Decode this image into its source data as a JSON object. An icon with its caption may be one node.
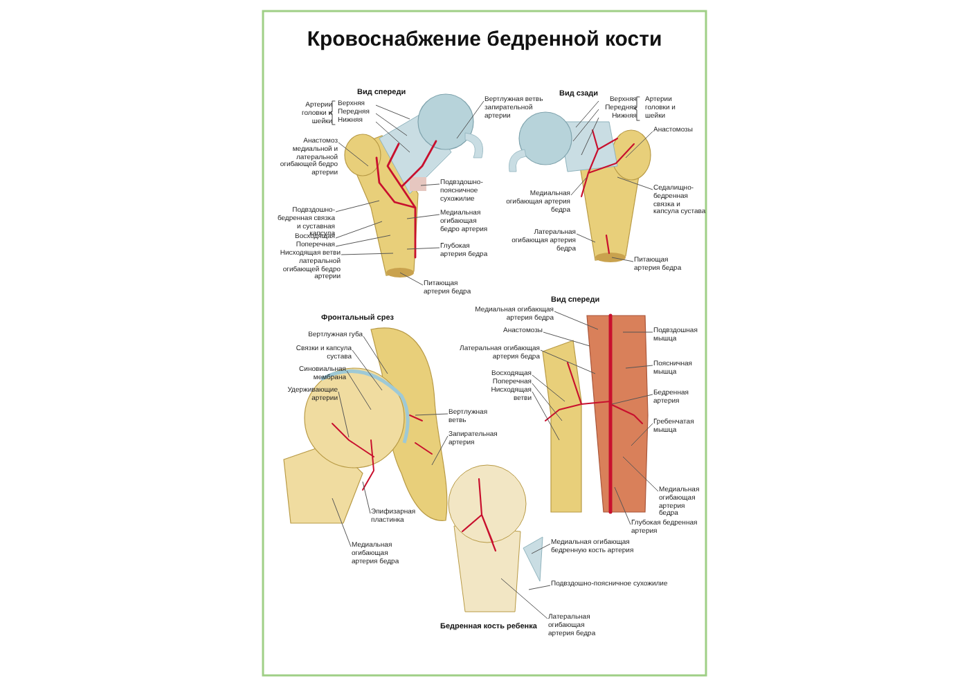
{
  "diagram": {
    "title": "Кровоснабжение бедренной кости",
    "nodes": [
      {
        "text": [
          "Верхняя"
        ]
      },
      {
        "text": [
          "Передняя"
        ]
      },
      {
        "text": [
          "Нижняя"
        ]
      },
      {
        "text": [
          "Вертлужная ветвь запирательной артерии"
        ]
      },
      {
        "text": [
          "Анастомоз медиальной и латеральной огибающей бедро артерии"
        ]
      },
      {
        "text": [
          "Подвздошно-бедренная связка и суставная капсула"
        ]
      },
      {
        "text": [
          "Подвздошно-поясничное сухожилие"
        ]
      },
      {
        "text": [
          "Медиальная огибающая бедро артерия"
        ]
      },
      {
        "text": [
          "Восходящая"
        ]
      },
      {
        "text": [
          "Поперечная"
        ]
      },
      {
        "text": [
          "Нисходящая ветви латеральной огибающей бедро артерии"
        ]
      },
      {
        "text": [
          "Глубокая артерия бедра"
        ]
      },
      {
        "text": [
          "Питающая артерия бедра"
        ]
      },
      {
        "text": [
          "Верхняя"
        ]
      },
      {
        "text": [
          "Передняя"
        ]
      },
      {
        "text": [
          "Нижняя"
        ]
      },
      {
        "text": [
          "Анастомозы"
        ]
      },
      {
        "text": [
          "Медиальная огибающая артерия бедра"
        ]
      },
      {
        "text": [
          "Седалищно-бедренная связка и капсула сустава"
        ]
      },
      {
        "text": [
          "Латеральная огибающая артерия бедра"
        ]
      },
      {
        "text": [
          "Питающая артерия бедра"
        ]
      },
      {
        "text": [
          "Вертлужная губа"
        ]
      },
      {
        "text": [
          "Связки и капсула сустава"
        ]
      },
      {
        "text": [
          "Синовиальная мембрана"
        ]
      },
      {
        "text": [
          "Удерживающие артерии"
        ]
      },
      {
        "text": [
          "Вертлужная ветвь"
        ]
      },
      {
        "text": [
          "Запирательная артерия"
        ]
      },
      {
        "text": [
          "Эпифизарная пластинка"
        ]
      },
      {
        "text": [
          "Медиальная огибающая артерия бедра"
        ]
      },
      {
        "text": [
          "Медиальная огибающая артерия бедра"
        ]
      },
      {
        "text": [
          "Подвздошная мышца"
        ]
      },
      {
        "text": [
          "Анастомозы"
        ]
      },
      {
        "text": [
          "Поясничная мышца"
        ]
      },
      {
        "text": [
          "Бедренная артерия"
        ]
      },
      {
        "text": [
          "Латеральная огибающая артерия бедра"
        ]
      },
      {
        "text": [
          "Гребенчатая мышца"
        ]
      },
      {
        "text": [
          "Восходящая"
        ]
      },
      {
        "text": [
          "Поперечная"
        ]
      },
      {
        "text": [
          "Нисходящая ветви"
        ]
      },
      {
        "text": [
          "Медиальная огибающая артерия бедра"
        ]
      },
      {
        "text": [
          "Глубокая бедренная артерия"
        ]
      },
      {
        "text": [
          "Медиальная огибающая бедренную кость артерия"
        ]
      },
      {
        "text": [
          "Подвздошно-поясничное сухожилие"
        ]
      },
      {
        "text": [
          "Латеральная огибающая артерия бедра"
        ]
      }
    ],
    "edges": [
      {
        "from": 0,
        "to": null,
        "arrow": "none"
      },
      {
        "from": 1,
        "to": null,
        "arrow": "none"
      },
      {
        "from": 2,
        "to": null,
        "arrow": "none"
      },
      {
        "from": 3,
        "to": null,
        "arrow": "none"
      },
      {
        "from": 4,
        "to": null,
        "arrow": "none"
      },
      {
        "from": 5,
        "to": null,
        "arrow": "none"
      },
      {
        "from": 6,
        "to": null,
        "arrow": "none"
      },
      {
        "from": 7,
        "to": null,
        "arrow": "none"
      },
      {
        "from": 8,
        "to": null,
        "arrow": "none"
      },
      {
        "from": 9,
        "to": null,
        "arrow": "none"
      },
      {
        "from": 10,
        "to": null,
        "arrow": "none"
      },
      {
        "from": 11,
        "to": null,
        "arrow": "none"
      },
      {
        "from": 12,
        "to": null,
        "arrow": "none"
      },
      {
        "from": 13,
        "to": null,
        "arrow": "none"
      },
      {
        "from": 14,
        "to": null,
        "arrow": "none"
      },
      {
        "from": 15,
        "to": null,
        "arrow": "none"
      },
      {
        "from": 16,
        "to": null,
        "arrow": "none"
      },
      {
        "from": 17,
        "to": null,
        "arrow": "none"
      },
      {
        "from": 18,
        "to": null,
        "arrow": "none"
      },
      {
        "from": 19,
        "to": null,
        "arrow": "none"
      },
      {
        "from": 20,
        "to": null,
        "arrow": "none"
      },
      {
        "from": 21,
        "to": null,
        "arrow": "none"
      },
      {
        "from": 22,
        "to": null,
        "arrow": "none"
      },
      {
        "from": 23,
        "to": null,
        "arrow": "none"
      },
      {
        "from": 24,
        "to": null,
        "arrow": "none"
      },
      {
        "from": 25,
        "to": null,
        "arrow": "none"
      },
      {
        "from": 26,
        "to": null,
        "arrow": "none"
      },
      {
        "from": 27,
        "to": null,
        "arrow": "none"
      },
      {
        "from": 28,
        "to": null,
        "arrow": "none"
      },
      {
        "from": 29,
        "to": null,
        "arrow": "none"
      },
      {
        "from": 30,
        "to": null,
        "arrow": "none"
      },
      {
        "from": 31,
        "to": null,
        "arrow": "none"
      },
      {
        "from": 32,
        "to": null,
        "arrow": "none"
      },
      {
        "from": 33,
        "to": null,
        "arrow": "none"
      },
      {
        "from": 34,
        "to": null,
        "arrow": "none"
      },
      {
        "from": 35,
        "to": null,
        "arrow": "none"
      },
      {
        "from": 36,
        "to": null,
        "arrow": "none"
      },
      {
        "from": 37,
        "to": null,
        "arrow": "none"
      },
      {
        "from": 38,
        "to": null,
        "arrow": "none"
      },
      {
        "from": 39,
        "to": null,
        "arrow": "none"
      },
      {
        "from": 40,
        "to": null,
        "arrow": "none"
      },
      {
        "from": 41,
        "to": null,
        "arrow": "none"
      },
      {
        "from": 42,
        "to": null,
        "arrow": "none"
      },
      {
        "from": 43,
        "to": null,
        "arrow": "none"
      }
    ],
    "labels": [
      "Вид спереди",
      "Артерии головки и шейки",
      "Вид сзади",
      "Артерии головки и шейки",
      "Фронтальный срез",
      "Вид спереди",
      "Бедренная кость ребенка"
    ]
  }
}
